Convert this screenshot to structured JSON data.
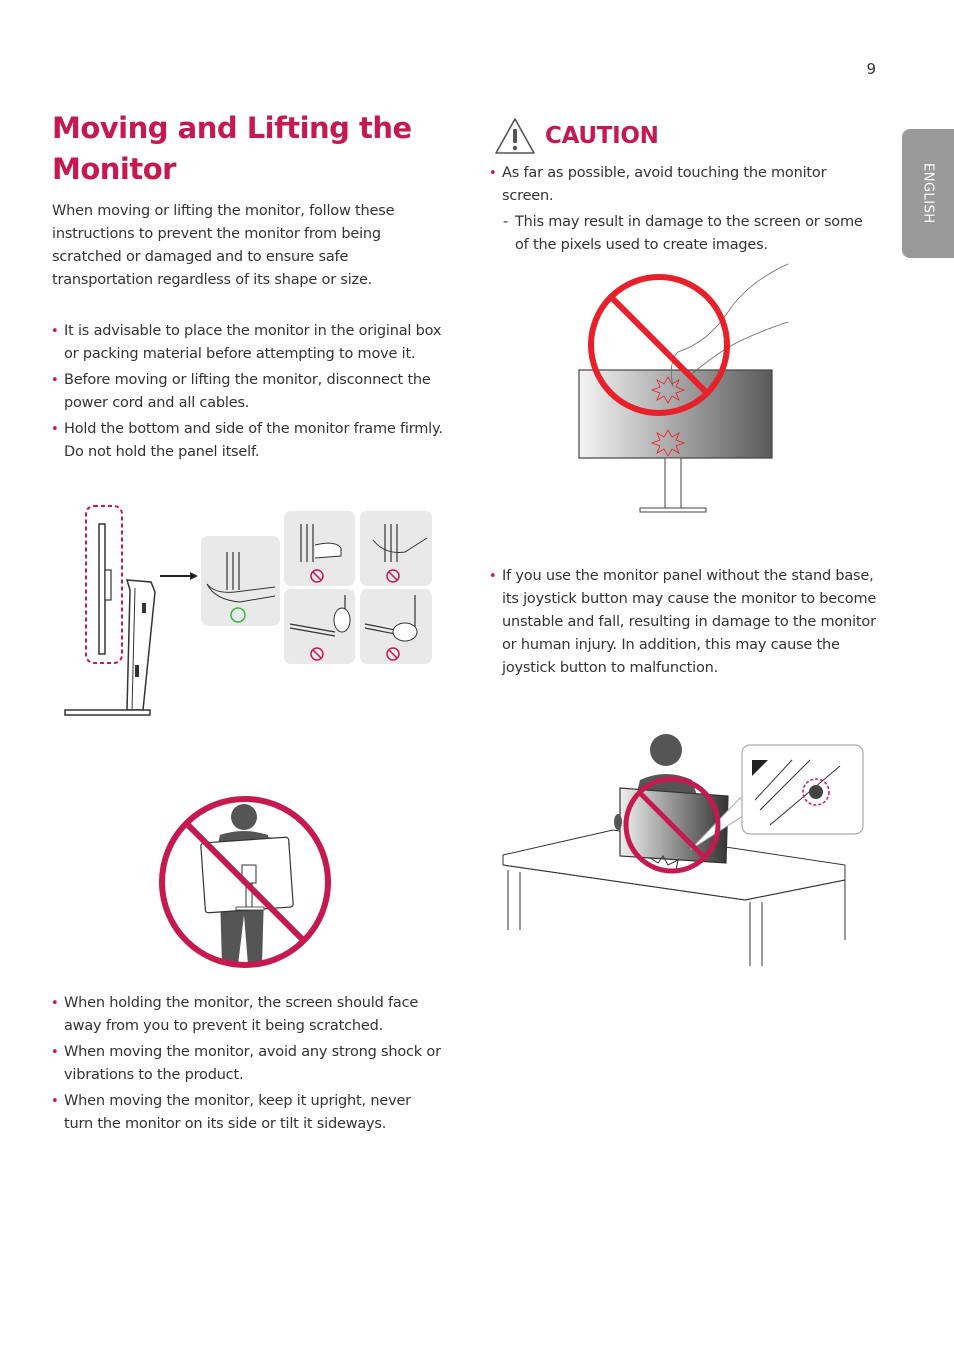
{
  "page": {
    "number": "9",
    "language_tab": "ENGLISH"
  },
  "left_column": {
    "title": "Moving and Lifting the Monitor",
    "intro": "When moving or lifting the monitor, follow these instructions to prevent the monitor from being scratched or damaged and to ensure safe transportation regardless of its shape or size.",
    "bullets_top": [
      "It is advisable to place the monitor in the original box or packing material before attempting to move it.",
      "Before moving or lifting the monitor, disconnect the power cord and all cables.",
      "Hold the bottom and side of the monitor frame firmly. Do not hold the panel itself."
    ],
    "figure_grip": {
      "description": "Side view of monitor on stand with dashed highlight on panel edge; arrow to hand-grip examples",
      "correct_marker": "green-circle",
      "incorrect_marker": "prohibited-sign",
      "panels": [
        {
          "id": "correct-palm-support",
          "status": "correct"
        },
        {
          "id": "hold-panel-edge-top",
          "status": "incorrect"
        },
        {
          "id": "press-panel-edge",
          "status": "incorrect"
        },
        {
          "id": "grip-panel-corner",
          "status": "incorrect"
        },
        {
          "id": "grip-panel-corner-2",
          "status": "incorrect"
        }
      ]
    },
    "figure_carry": {
      "description": "Person carrying monitor with screen facing toward body — prohibited"
    },
    "bullets_bottom": [
      "When holding the monitor, the screen should face away from you to prevent it being scratched.",
      "When moving the monitor, avoid any strong shock or vibrations to the product.",
      "When moving the monitor, keep it upright, never turn the monitor on its side or tilt it sideways."
    ]
  },
  "right_column": {
    "caution_label": "CAUTION",
    "caution_items": [
      {
        "text": "As far as possible, avoid touching the monitor screen.",
        "sub": "This may result in damage to the screen or some of the pixels used to create images."
      }
    ],
    "figure_touch": {
      "description": "Finger touching monitor screen — prohibited"
    },
    "bullets": [
      "If you use the monitor panel without the stand base, its joystick button may cause the monitor to become unstable and fall, resulting in damage to the monitor or human injury. In addition, this may cause the joystick button to malfunction."
    ],
    "figure_joystick": {
      "description": "Monitor panel placed on table without stand base, joystick inset — prohibited"
    }
  },
  "colors": {
    "accent": "#c6194f",
    "prohibit_red": "#e8202a",
    "tab_gray": "#9a9a9a",
    "ok_green": "#3cb44a",
    "text": "#333333"
  }
}
